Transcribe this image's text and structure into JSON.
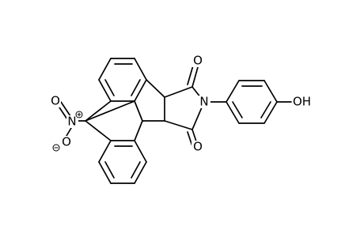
{
  "structure": {
    "atom_labels": {
      "carbonyl_o_top": "O",
      "carbonyl_o_bottom": "O",
      "imide_n": "N",
      "hydroxyl": "OH",
      "nitro_n": "N",
      "nitro_o_top": "O",
      "nitro_o_bottom": "O"
    },
    "charges": {
      "nitro_n": "positive",
      "nitro_o_bottom": "negative"
    },
    "colors": {
      "bond": "#000000",
      "label": "#000000",
      "background": "#ffffff"
    }
  }
}
